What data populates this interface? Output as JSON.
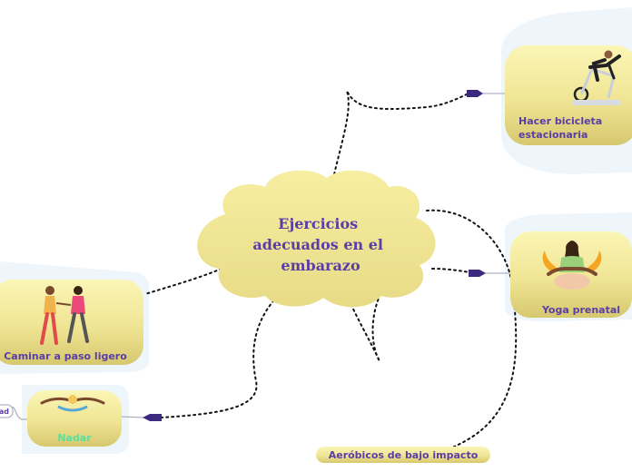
{
  "central_topic": {
    "lines": [
      "Ejercicios",
      "adecuados en el",
      "embarazo"
    ]
  },
  "topics": {
    "bicicleta": {
      "lines": [
        "Hacer bicicleta",
        "estacionaria"
      ],
      "icon": "stationary-bike-icon"
    },
    "yoga": {
      "label": "Yoga prenatal",
      "icon": "meditating-woman-icon"
    },
    "caminar": {
      "label": "Caminar a paso ligero",
      "icon": "walking-couple-icon"
    },
    "nadar": {
      "label": "Nadar",
      "icon": "swimmer-icon"
    },
    "aerobicos": {
      "label": "Aeróbicos de bajo impacto"
    },
    "cut_off": {
      "label": "ad"
    }
  },
  "colors": {
    "node_fill": "#f6ef9e",
    "node_fill_dark": "#d8cb6c",
    "text": "#5a3ea6",
    "arrow": "#3b2a80",
    "panel": "#eef6fc",
    "nadar_text": "#58e0a0"
  }
}
